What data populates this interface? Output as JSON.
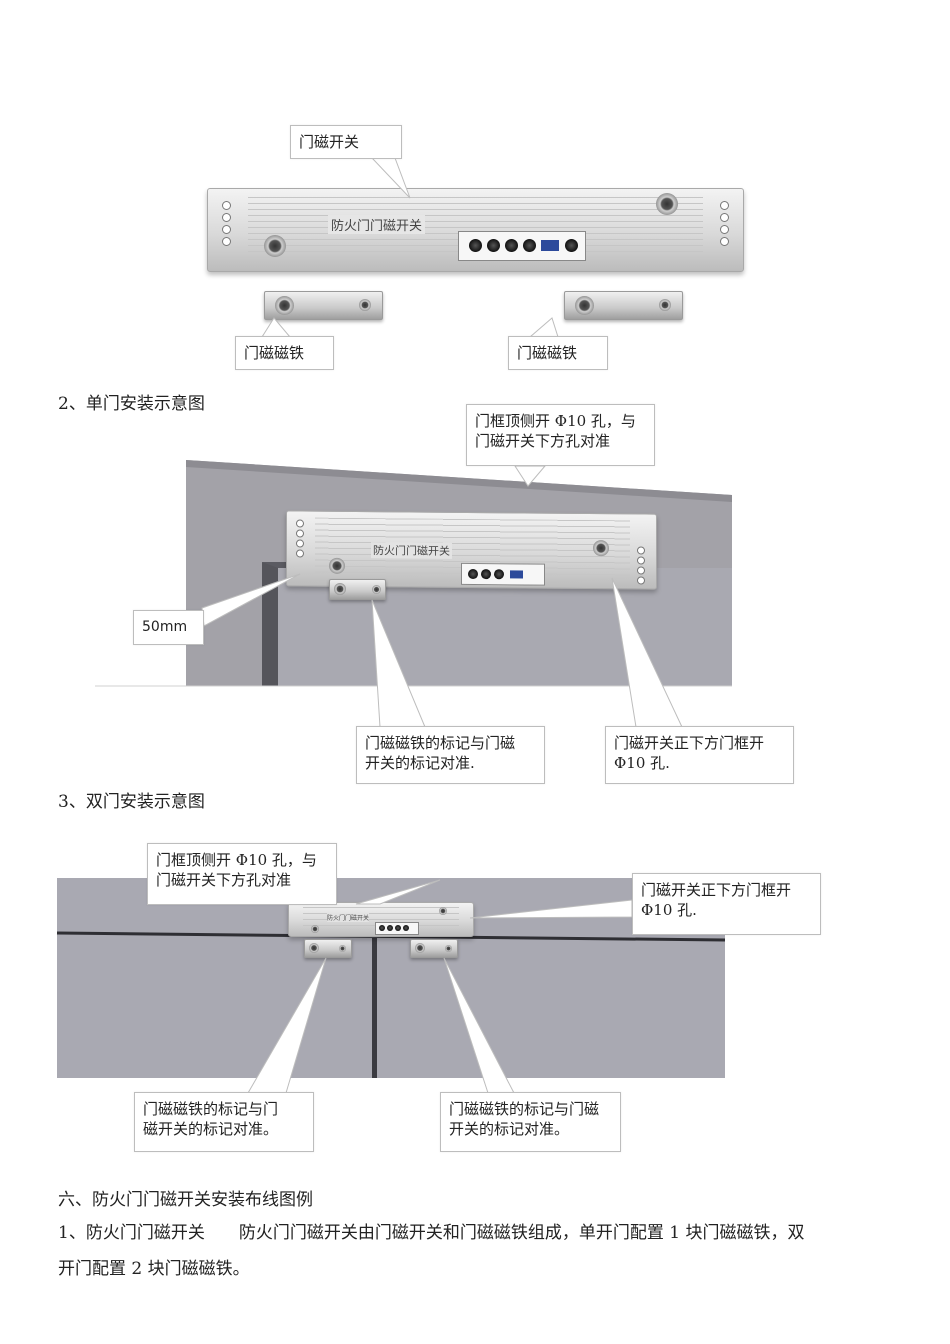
{
  "top_section": {
    "switch_callout": "门磁开关",
    "magnet_callout_left": "门磁磁铁",
    "magnet_callout_right": "门磁磁铁",
    "device_label": "防火门门磁开关"
  },
  "single_door": {
    "heading": "2、单门安装示意图",
    "callout_top_line1": "门框顶侧开 Φ10 孔，与",
    "callout_top_line2": "门磁开关下方孔对准",
    "callout_distance": "50mm",
    "callout_magnet_line1": "门磁磁铁的标记与门磁",
    "callout_magnet_line2": "开关的标记对准.",
    "callout_hole_line1": "门磁开关正下方门框开",
    "callout_hole_line2": "Φ10 孔.",
    "device_label": "防火门门磁开关"
  },
  "double_door": {
    "heading": "3、双门安装示意图",
    "callout_top_line1": "门框顶侧开 Φ10 孔，与",
    "callout_top_line2": "门磁开关下方孔对准",
    "callout_hole_line1": "门磁开关正下方门框开",
    "callout_hole_line2": "Φ10 孔.",
    "callout_left_line1": "门磁磁铁的标记与门",
    "callout_left_line2": "磁开关的标记对准。",
    "callout_right_line1": "门磁磁铁的标记与门磁",
    "callout_right_line2": "开关的标记对准。",
    "device_label": "防火门门磁开关"
  },
  "section6": {
    "heading": "六、防火门门磁开关安装布线图例",
    "para_line1": "1、防火门门磁开关　　防火门门磁开关由门磁开关和门磁磁铁组成，单开门配置 1 块门磁磁铁，双",
    "para_line2": "开门配置 2 块门磁磁铁。"
  },
  "colors": {
    "wall": "#a6a5ab",
    "door": "#a9a9b1",
    "frame_dark": "#55555b"
  }
}
